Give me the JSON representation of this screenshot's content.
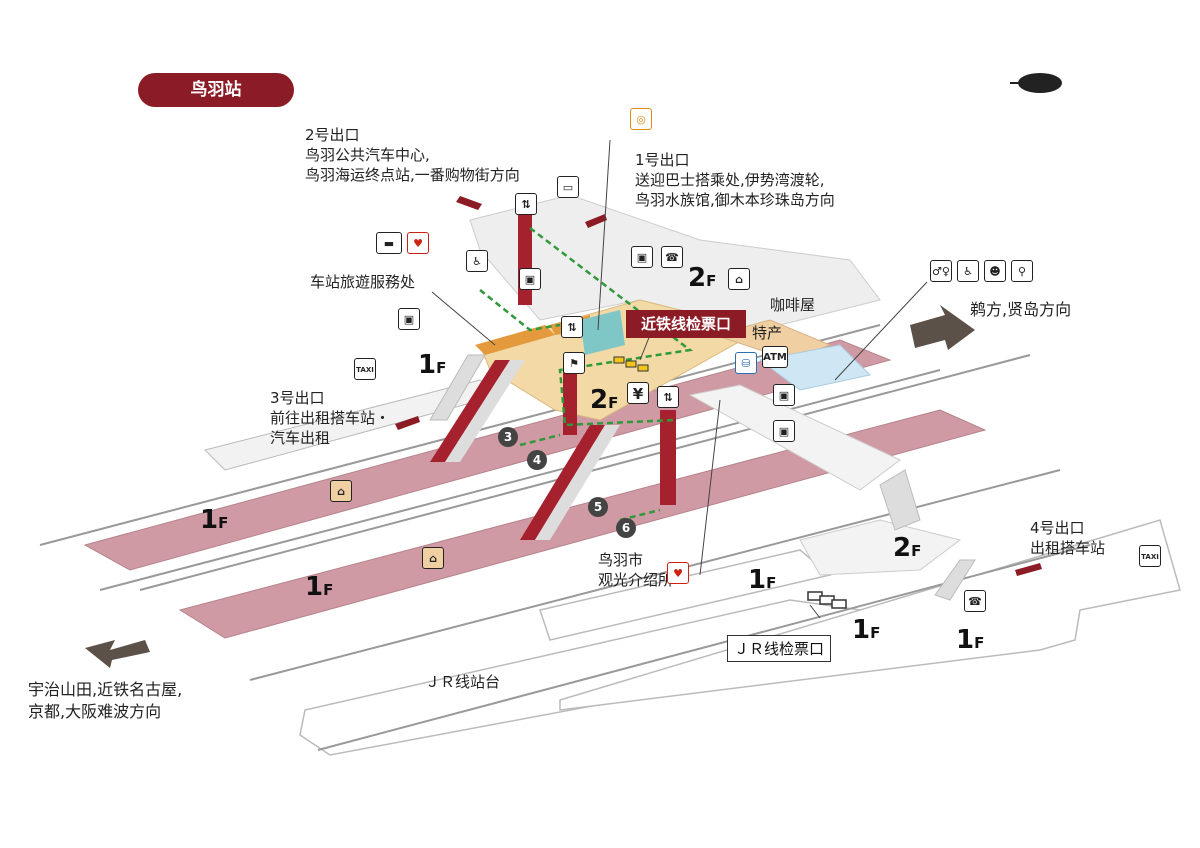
{
  "station_name": "鸟羽站",
  "exits": {
    "exit2": {
      "title": "2号出口",
      "line1": "鸟羽公共汽车中心,",
      "line2": "鸟羽海运终点站,一番购物街方向"
    },
    "exit1": {
      "title": "1号出口",
      "line1": "送迎巴士搭乘处,伊势湾渡轮,",
      "line2": "鸟羽水族馆,御木本珍珠岛方向"
    },
    "exit3": {
      "title": "3号出口",
      "line1": "前往出租搭车站・",
      "line2": "汽车出租"
    },
    "exit4": {
      "title": "4号出口",
      "line1": "出租搭车站"
    }
  },
  "facilities": {
    "tourist_service": "车站旅遊服務处",
    "cafe": "咖啡屋",
    "specialty": "特产",
    "kintetsu_gate": "近铁线检票口",
    "tourist_office_l1": "鸟羽市",
    "tourist_office_l2": "观光介绍所",
    "jr_gate": "ＪＲ线检票口",
    "jr_platform": "ＪＲ线站台"
  },
  "directions": {
    "east": "鹈方,贤岛方向",
    "west_l1": "宇治山田,近铁名古屋,",
    "west_l2": "京都,大阪难波方向"
  },
  "floor_labels": {
    "first": "1",
    "second": "2",
    "unit": "F"
  },
  "platform_numbers": [
    "3",
    "4",
    "5",
    "6"
  ],
  "icon_text": {
    "taxi": "TAXI",
    "atm": "ATM",
    "yen": "¥"
  },
  "colors": {
    "brand_red": "#8b1b25",
    "platform_pink": "#cf9aa3",
    "concourse_tan": "#f3d9a6",
    "walkway_orange": "#e49a3c",
    "cafe_tan": "#f0cfa2",
    "shop_blue": "#cfe6f4",
    "route_green": "#2e9a3c",
    "stair_red": "#a6212e",
    "arrow_gray": "#5b5148"
  },
  "icons": [
    "coin-locker-icon",
    "telephone-icon",
    "elevator-icon",
    "restroom-icon",
    "wheelchair-icon",
    "baby-care-icon",
    "atm-icon",
    "taxi-icon",
    "bus-icon",
    "ticket-machine-icon",
    "tourist-info-icon",
    "compass-arrow-icon",
    "shopping-icon",
    "bench-icon",
    "station-office-icon"
  ]
}
